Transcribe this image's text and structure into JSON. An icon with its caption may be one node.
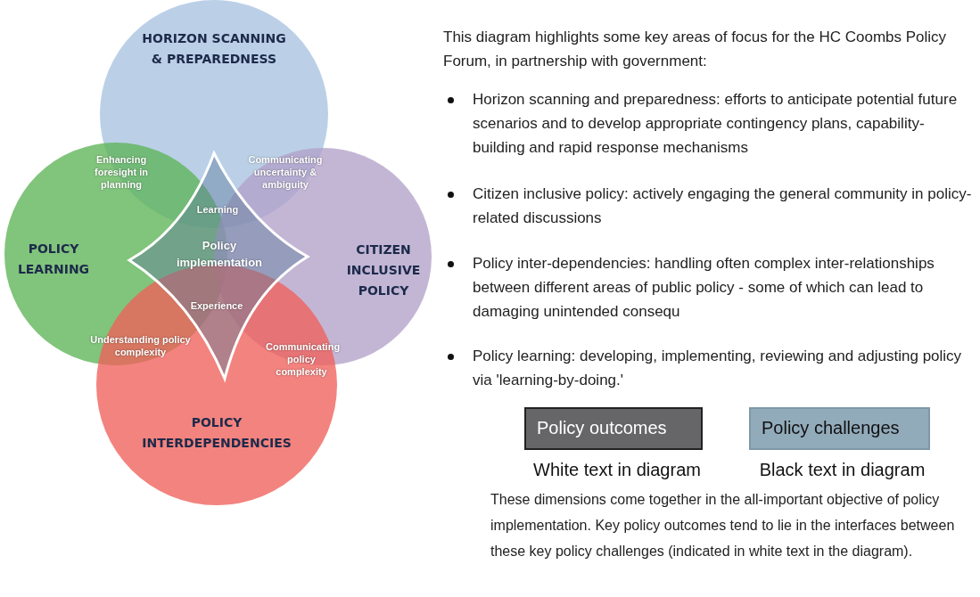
{
  "diagram": {
    "nodes": [
      {
        "text": [
          "HORIZON SCANNING & PREPAREDNESS"
        ]
      },
      {
        "text": [
          "POLICY LEARNING"
        ]
      },
      {
        "text": [
          "CITIZEN INCLUSIVE POLICY"
        ]
      },
      {
        "text": [
          "POLICY INTERDEPENDENCIES"
        ]
      },
      {
        "text": [
          "Learning",
          "Policy implementation",
          "Experience"
        ]
      }
    ],
    "edges": [],
    "labels": [
      "Enhancing foresight in planning",
      "Communicating uncertainty & ambiguity",
      "Understanding policy complexity",
      "Communicating policy complexity",
      "This diagram highlights some key areas of focus for the HC Coombs Policy Forum, in partnership with government:",
      "Horizon scanning and preparedness: efforts to anticipate potential future scenarios and to develop appropriate contingency plans, capability-building and rapid response mechanisms",
      "Citizen inclusive policy: actively engaging the general community in policy-related discussions",
      "Policy inter-dependencies: handling often complex inter-relationships between different areas of public policy - some of which can lead to damaging unintended consequ",
      "Policy learning: developing, implementing, reviewing and adjusting policy via 'learning-by-doing.'",
      "White text in diagram",
      "Black text in diagram",
      "These dimensions come together in the all-important objective of policy implementation. Key policy outcomes tend to lie in the interfaces between these key policy challenges (indicated in white text in the diagram)."
    ],
    "legend": [
      {
        "text": "Policy outcomes",
        "color": "#666668"
      },
      {
        "text": "Policy challenges",
        "color": "#92abbb"
      }
    ]
  }
}
